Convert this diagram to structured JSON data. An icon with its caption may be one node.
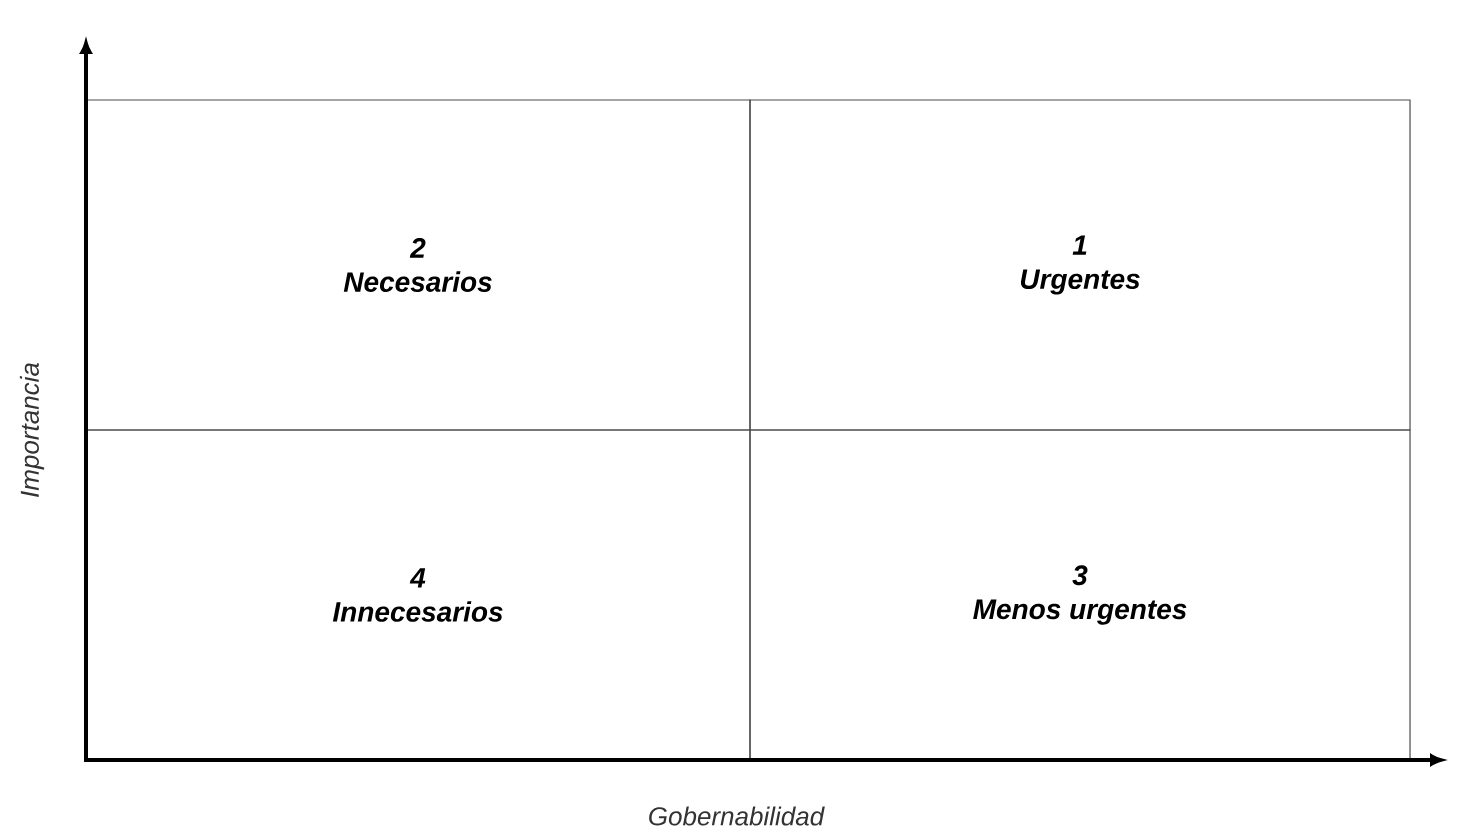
{
  "diagram": {
    "nodes": [
      {
        "text": [
          "2",
          "Necesarios"
        ]
      },
      {
        "text": [
          "1",
          "Urgentes"
        ]
      },
      {
        "text": [
          "4",
          "Innecesarios"
        ]
      },
      {
        "text": [
          "3",
          "Menos urgentes"
        ]
      }
    ],
    "labels": [
      "Importancia",
      "Gobernabilidad"
    ]
  }
}
